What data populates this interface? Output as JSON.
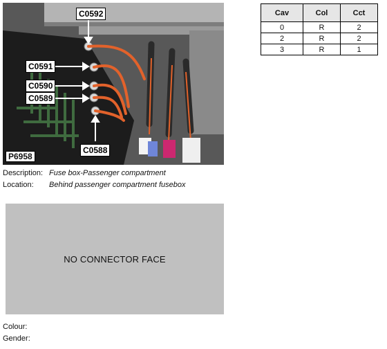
{
  "photo": {
    "id_label": "P6958",
    "callouts": [
      "C0592",
      "C0591",
      "C0590",
      "C0589",
      "C0588"
    ]
  },
  "info": {
    "description_label": "Description:",
    "description_value": "Fuse box-Passenger compartment",
    "location_label": "Location:",
    "location_value": "Behind passenger compartment fusebox"
  },
  "connector_face": {
    "text": "NO CONNECTOR FACE"
  },
  "table": {
    "headers": [
      "Cav",
      "Col",
      "Cct"
    ],
    "rows": [
      [
        "0",
        "R",
        "2"
      ],
      [
        "2",
        "R",
        "2"
      ],
      [
        "3",
        "R",
        "1"
      ]
    ]
  },
  "footer": {
    "colour_label": "Colour:",
    "gender_label": "Gender:"
  }
}
